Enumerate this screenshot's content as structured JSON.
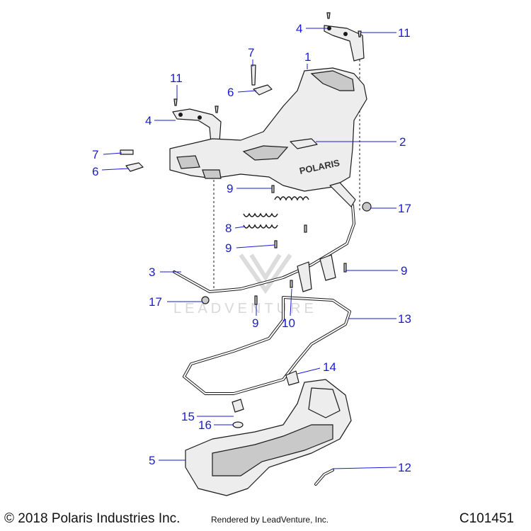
{
  "callouts": {
    "c1": "1",
    "c2": "2",
    "c3": "3",
    "c4a": "4",
    "c4b": "4",
    "c5": "5",
    "c6a": "6",
    "c6b": "6",
    "c7a": "7",
    "c7b": "7",
    "c8": "8",
    "c9a": "9",
    "c9b": "9",
    "c9c": "9",
    "c9d": "9",
    "c10": "10",
    "c11a": "11",
    "c11b": "11",
    "c12": "12",
    "c13": "13",
    "c14": "14",
    "c15": "15",
    "c16": "16",
    "c17a": "17",
    "c17b": "17"
  },
  "seat_logo": "POLARIS",
  "watermark": "LEADVENTURE",
  "footer": {
    "copyright": "© 2018 Polaris Industries Inc.",
    "rendered_by": "Rendered by LeadVenture, Inc.",
    "diagram_id": "C101451"
  },
  "colors": {
    "callout": "#1a1ad6",
    "line": "#1a1a1a"
  }
}
